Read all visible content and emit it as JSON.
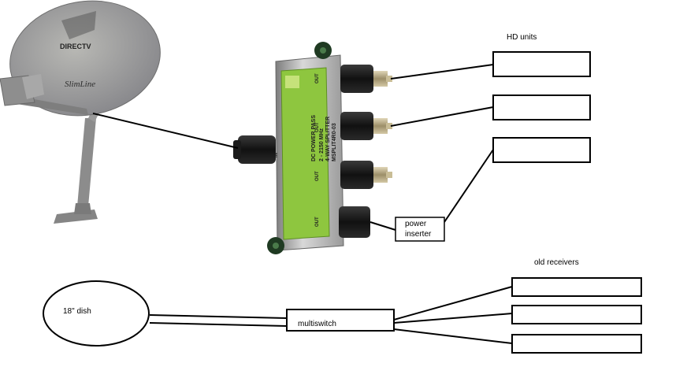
{
  "dish": {
    "brand": "DIRECTV",
    "model": "SlimLine",
    "dish_color": "#9a9a96"
  },
  "splitter": {
    "product_lines": [
      "DC POWER PASS",
      "2 - 2150 MHz",
      "4-WAY SPLITTER",
      "MSPLIT4R0-03"
    ],
    "port_in": "IN",
    "port_out": "OUT",
    "label_color": "#8ec63f"
  },
  "labels": {
    "hd_units": "HD units",
    "power_inserter_line1": "power",
    "power_inserter_line2": "inserter",
    "old_receivers": "old receivers",
    "dish_18": "18\" dish",
    "multiswitch": "multiswitch"
  }
}
